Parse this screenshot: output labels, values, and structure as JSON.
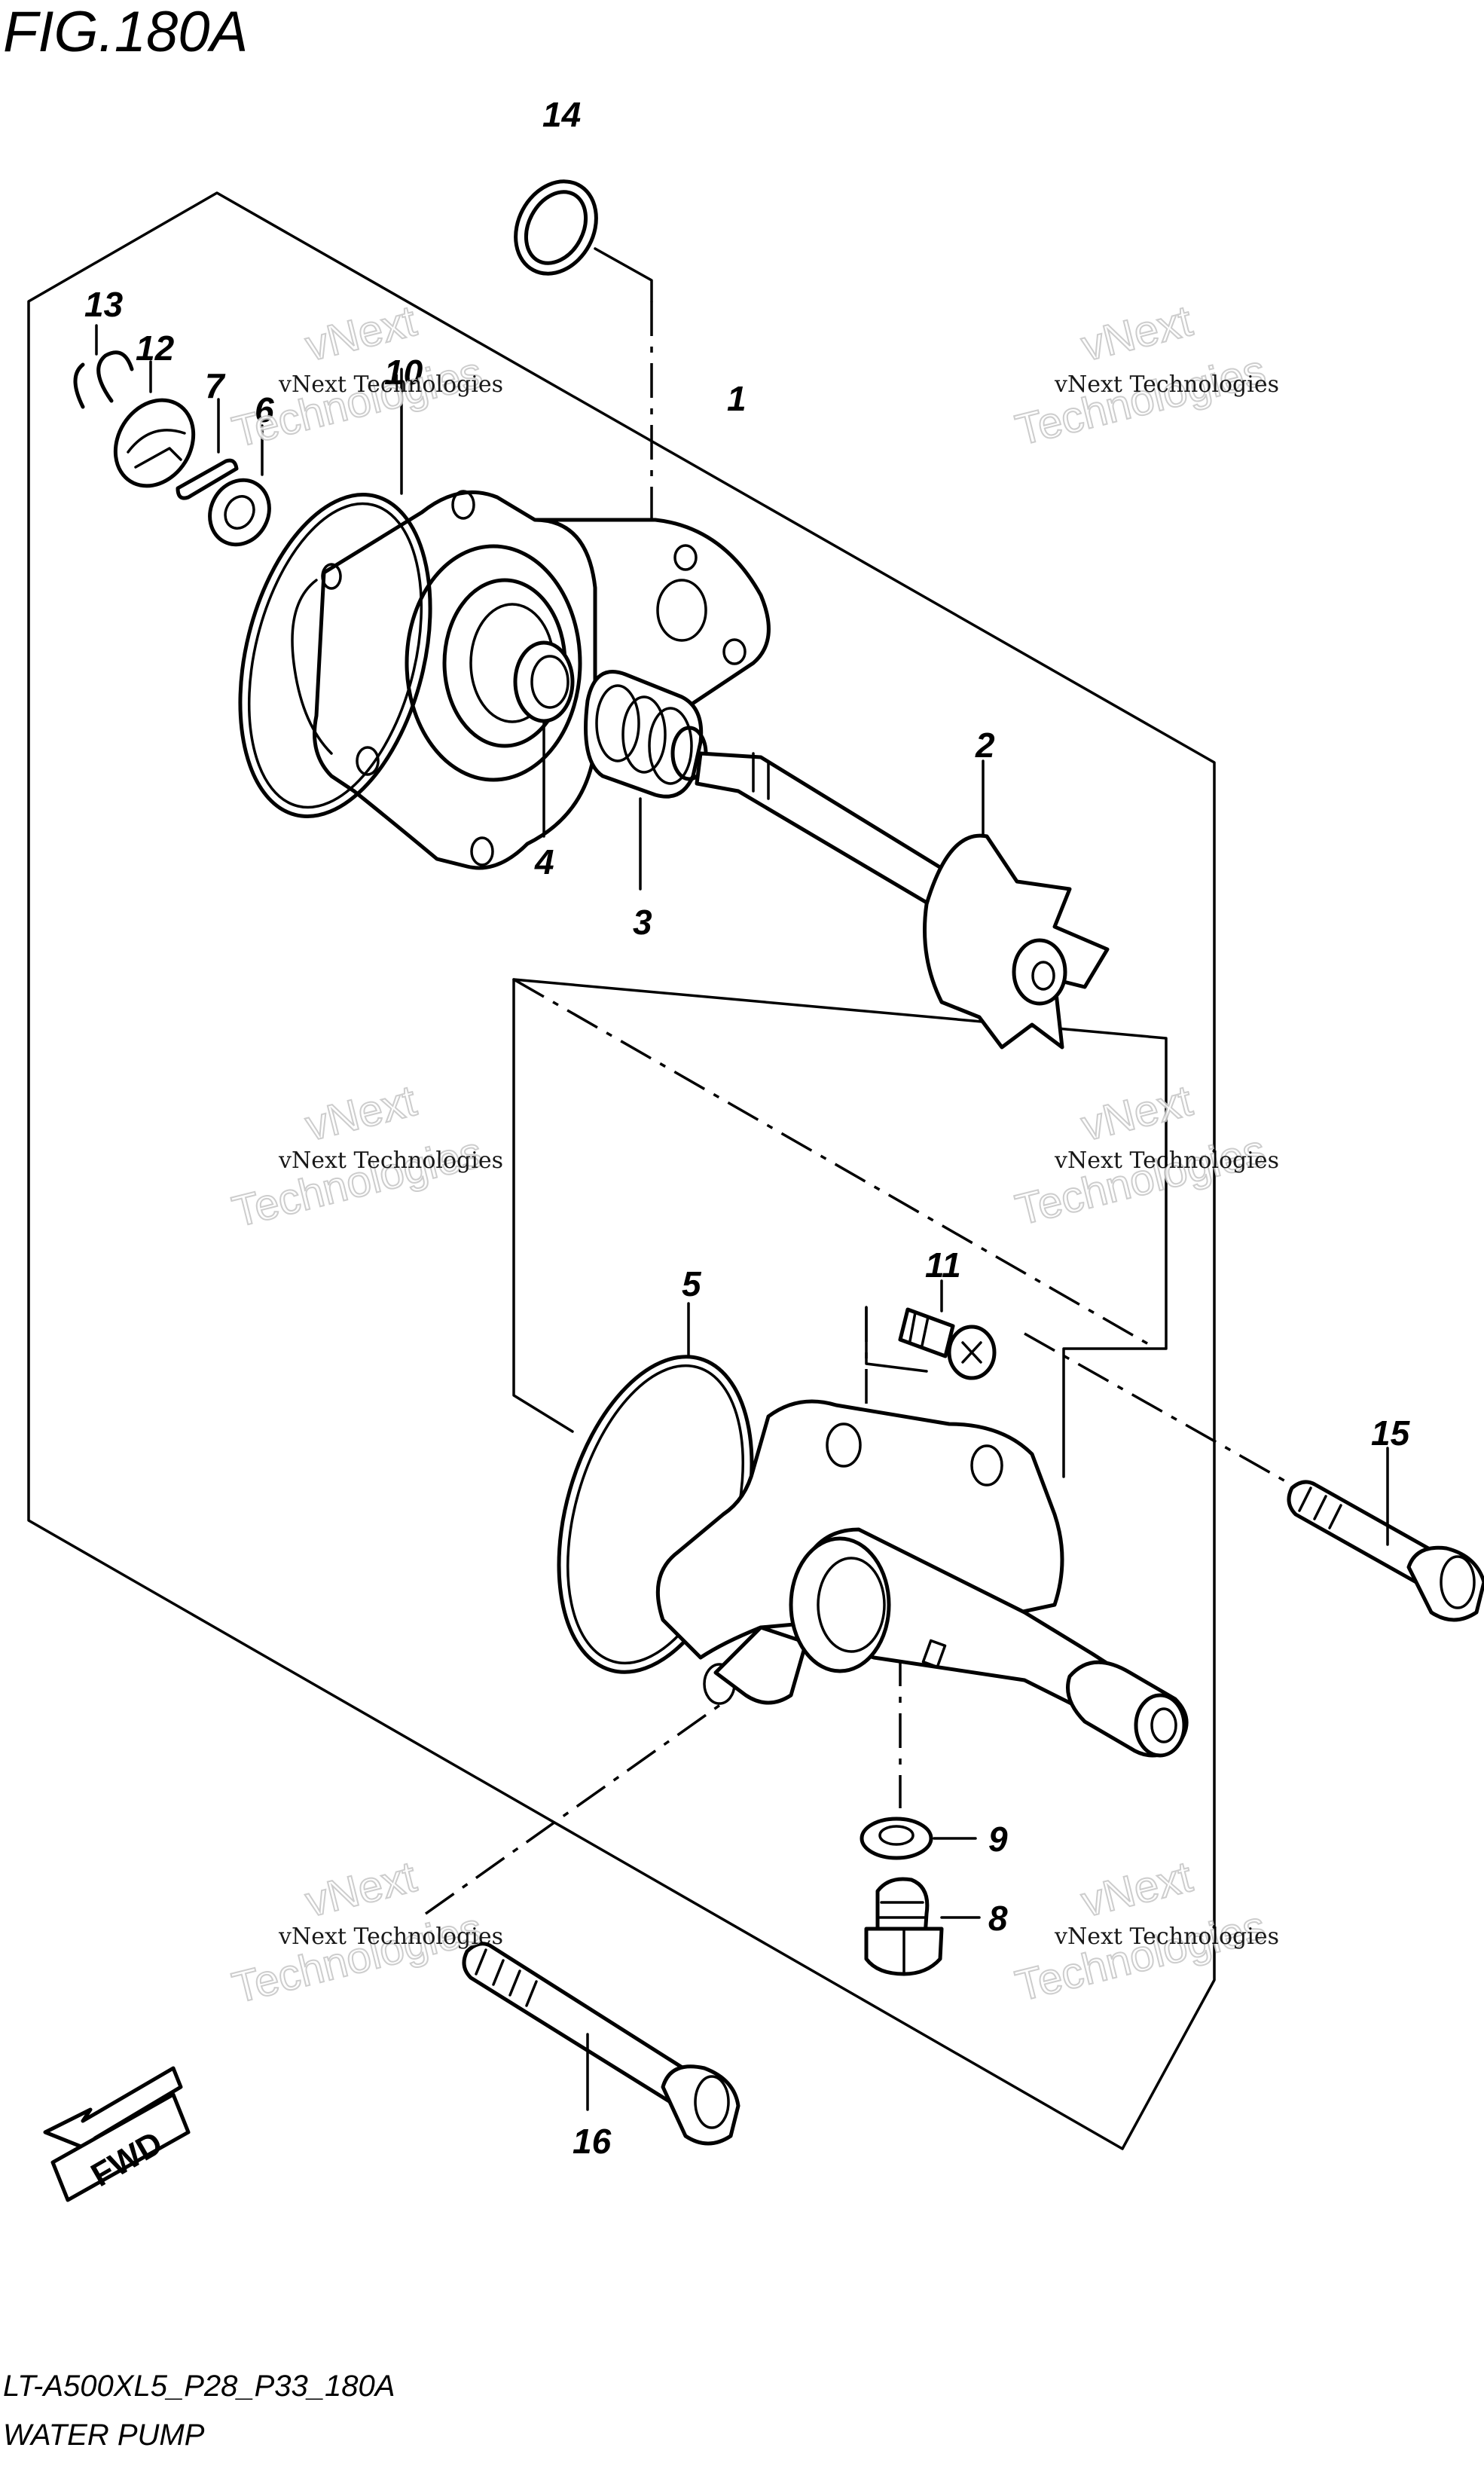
{
  "figure": {
    "title": "FIG.180A",
    "code": "LT-A500XL5_P28_P33_180A",
    "name": "WATER PUMP"
  },
  "direction_badge": "FWD",
  "callouts": [
    "1",
    "2",
    "3",
    "4",
    "5",
    "6",
    "7",
    "8",
    "9",
    "10",
    "11",
    "12",
    "13",
    "14",
    "15",
    "16"
  ],
  "watermark": {
    "line1": "vNext Technologies",
    "line2": "vNext",
    "line3": "Technologies"
  }
}
